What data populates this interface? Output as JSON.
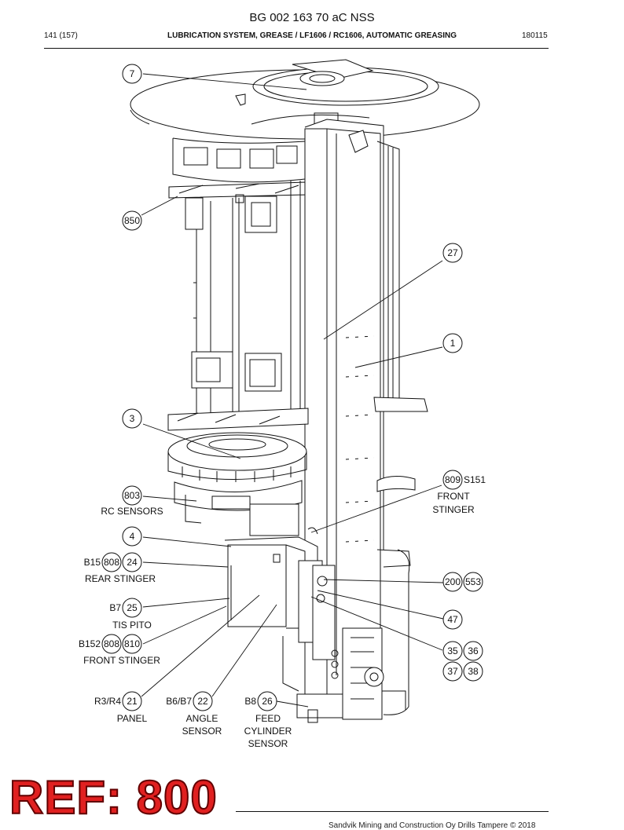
{
  "document": {
    "title": "BG 002 163 70 aC NSS",
    "page": "141 (157)",
    "section": "LUBRICATION SYSTEM, GREASE / LF1606 / RC1606, AUTOMATIC GREASING",
    "code": "180115"
  },
  "callouts": {
    "c7": "7",
    "c850": "850",
    "c27": "27",
    "c1": "1",
    "c3": "3",
    "c809": "809",
    "c803": "803",
    "c4": "4",
    "c808a": "808",
    "c24": "24",
    "c200": "200",
    "c553": "553",
    "c25": "25",
    "c47": "47",
    "c808b": "808",
    "c810": "810",
    "c35": "35",
    "c36": "36",
    "c37": "37",
    "c38": "38",
    "c21": "21",
    "c22": "22",
    "c26": "26"
  },
  "labels": {
    "s151": "S151",
    "front": "FRONT",
    "stinger": "STINGER",
    "rc_sensors": "RC SENSORS",
    "b15": "B15",
    "rear_stinger": "REAR STINGER",
    "b7": "B7",
    "tis_pito": "TIS PITO",
    "b152": "B152",
    "front_stinger": "FRONT STINGER",
    "r3r4": "R3/R4",
    "b6b7": "B6/B7",
    "b8": "B8",
    "panel": "PANEL",
    "angle": "ANGLE",
    "sensor": "SENSOR",
    "feed": "FEED",
    "cylinder": "CYLINDER",
    "sensor2": "SENSOR"
  },
  "stamp": {
    "text": "REF: 800"
  },
  "footer": {
    "copyright": "Sandvik Mining and Construction Oy Drills Tampere © 2018"
  }
}
